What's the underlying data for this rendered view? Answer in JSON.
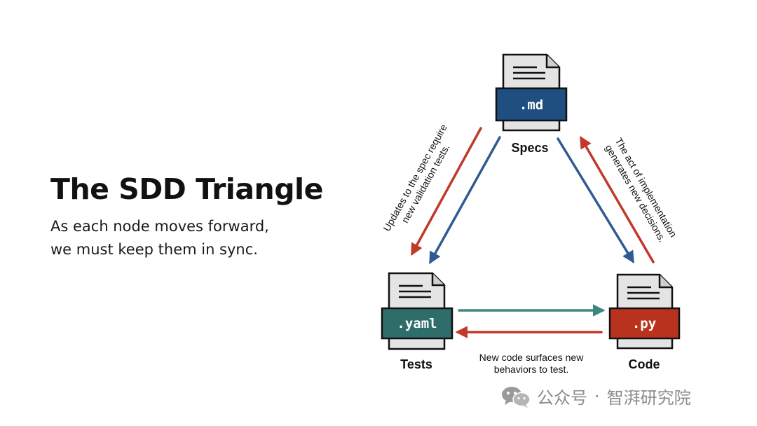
{
  "header": {
    "title": "The SDD Triangle",
    "subtitle_line1": "As each node moves forward,",
    "subtitle_line2": "we must keep them in sync."
  },
  "nodes": {
    "specs": {
      "ext": ".md",
      "label": "Specs",
      "color": "#1f4f80"
    },
    "tests": {
      "ext": ".yaml",
      "label": "Tests",
      "color": "#2e6d6a"
    },
    "code": {
      "ext": ".py",
      "label": "Code",
      "color": "#b8321e"
    }
  },
  "annotations": {
    "left_line1": "Updates to the spec require",
    "left_line2": "new validation tests.",
    "right_line1": "The act of implementation",
    "right_line2": "generates new decisions.",
    "bottom_line1": "New code surfaces new",
    "bottom_line2": "behaviors to test."
  },
  "arrow_colors": {
    "red": "#c0392b",
    "blue": "#2f5b93",
    "teal": "#3d8682"
  },
  "watermark": {
    "icon": "wechat-icon",
    "account_type": "公众号",
    "separator": "·",
    "account_name": "智湃研究院"
  }
}
